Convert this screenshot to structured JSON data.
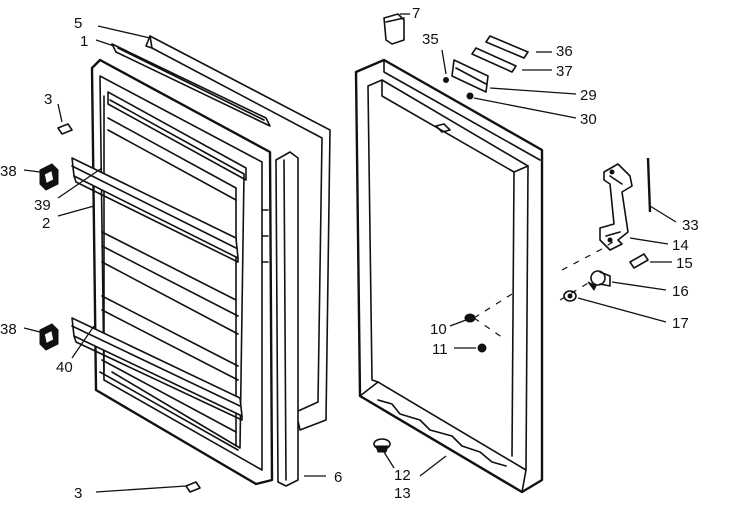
{
  "labels": {
    "l1": "1",
    "l2": "2",
    "l3a": "3",
    "l3b": "3",
    "l5": "5",
    "l6": "6",
    "l7": "7",
    "l10": "10",
    "l11": "11",
    "l12": "12",
    "l13": "13",
    "l14": "14",
    "l15": "15",
    "l16": "16",
    "l17": "17",
    "l29": "29",
    "l30": "30",
    "l33": "33",
    "l35": "35",
    "l36": "36",
    "l37": "37",
    "l38a": "38",
    "l38b": "38",
    "l39": "39",
    "l40": "40"
  }
}
